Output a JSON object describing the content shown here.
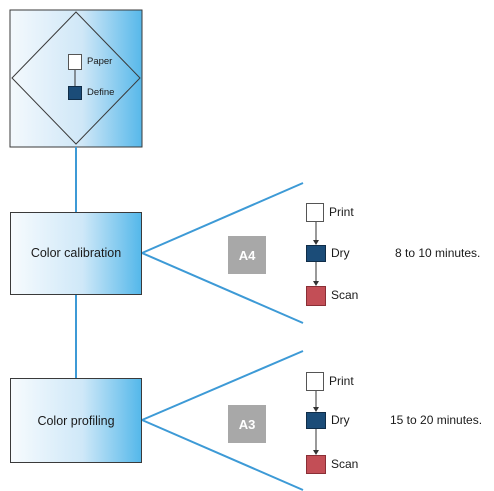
{
  "legend": {
    "paper_label": "Paper",
    "define_label": "Define"
  },
  "stages": [
    {
      "label": "Color calibration",
      "badge": "A4",
      "steps": [
        "Print",
        "Dry",
        "Scan"
      ],
      "duration": "8 to 10 minutes."
    },
    {
      "label": "Color profiling",
      "badge": "A3",
      "steps": [
        "Print",
        "Dry",
        "Scan"
      ],
      "duration": "15 to 20 minutes."
    }
  ],
  "colors": {
    "connector": "#3d9ad6",
    "dry": "#1b4c78",
    "scan": "#c34e56",
    "badge": "#a8a8a8"
  }
}
